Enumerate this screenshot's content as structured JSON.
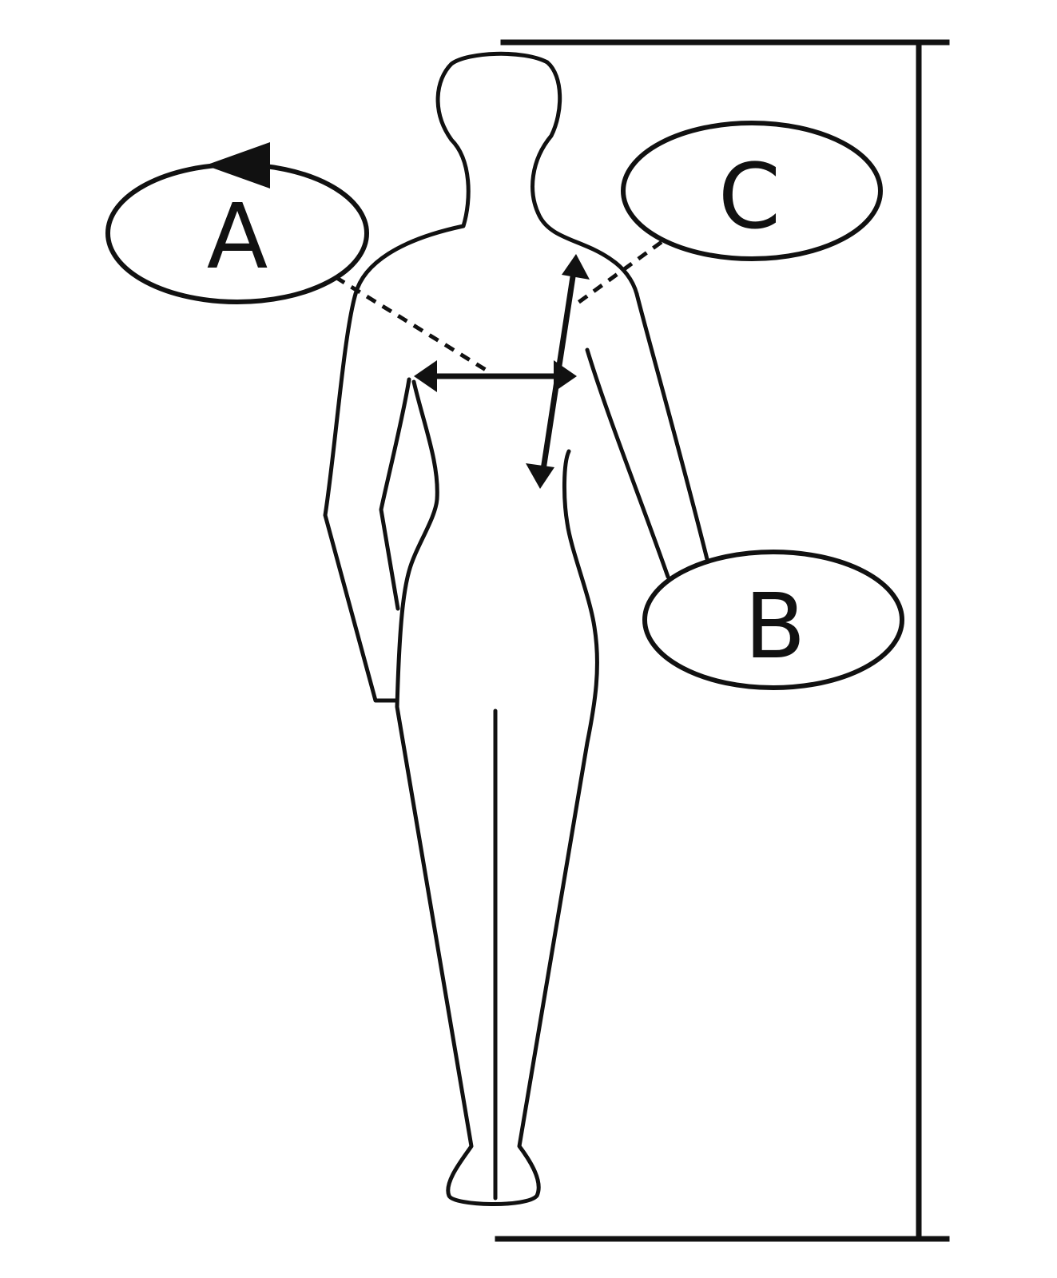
{
  "diagram": {
    "labels": {
      "a": "A",
      "b": "B",
      "c": "C"
    },
    "colors": {
      "ink": "#111111",
      "background": "#ffffff"
    }
  }
}
